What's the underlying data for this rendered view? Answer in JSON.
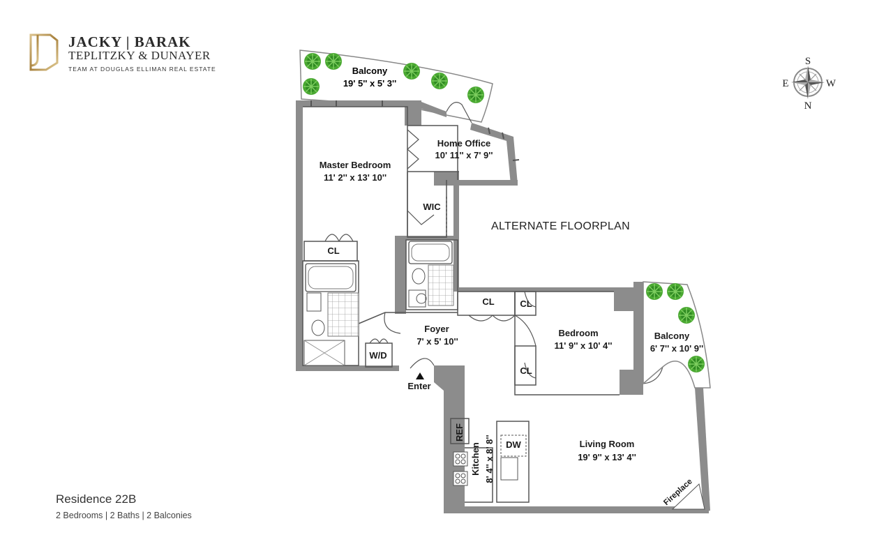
{
  "brand": {
    "line1": "JACKY | BARAK",
    "line2": "TEPLITZKY & DUNAYER",
    "tagline": "TEAM AT DOUGLAS ELLIMAN REAL ESTATE"
  },
  "residence": {
    "title": "Residence 22B",
    "summary": "2 Bedrooms | 2 Baths | 2 Balconies"
  },
  "plan_label": "ALTERNATE FLOORPLAN",
  "compass": {
    "north": "N",
    "south": "S",
    "east": "E",
    "west": "W"
  },
  "rooms": {
    "balcony_top": {
      "name": "Balcony",
      "size": "19' 5'' x 5' 3''"
    },
    "home_office": {
      "name": "Home Office",
      "size": "10' 11'' x 7' 9''"
    },
    "master_bedroom": {
      "name": "Master Bedroom",
      "size": "11' 2'' x 13' 10''"
    },
    "wic": "WIC",
    "master_closet": "CL",
    "foyer": {
      "name": "Foyer",
      "size": "7' x 5' 10''"
    },
    "washer_dryer": "W/D",
    "enter": "Enter",
    "hall_closet": "CL",
    "bed_closet_top": "CL",
    "bed_closet_bottom": "CL",
    "bedroom": {
      "name": "Bedroom",
      "size": "11' 9'' x 10' 4''"
    },
    "balcony_right": {
      "name": "Balcony",
      "size": "6' 7'' x 10' 9''"
    },
    "living_room": {
      "name": "Living Room",
      "size": "19' 9'' x 13' 4''"
    },
    "kitchen": "Kitchen",
    "kitchen_size": "8' 4'' x 8' 8''",
    "refrigerator": "REF",
    "dishwasher": "DW",
    "fireplace": "Fireplace"
  },
  "colors": {
    "wall": "#8a8a8a",
    "wall_dark": "#5e5e5e",
    "plant": "#3f9e2c",
    "logo_gold": "#b8954f"
  }
}
